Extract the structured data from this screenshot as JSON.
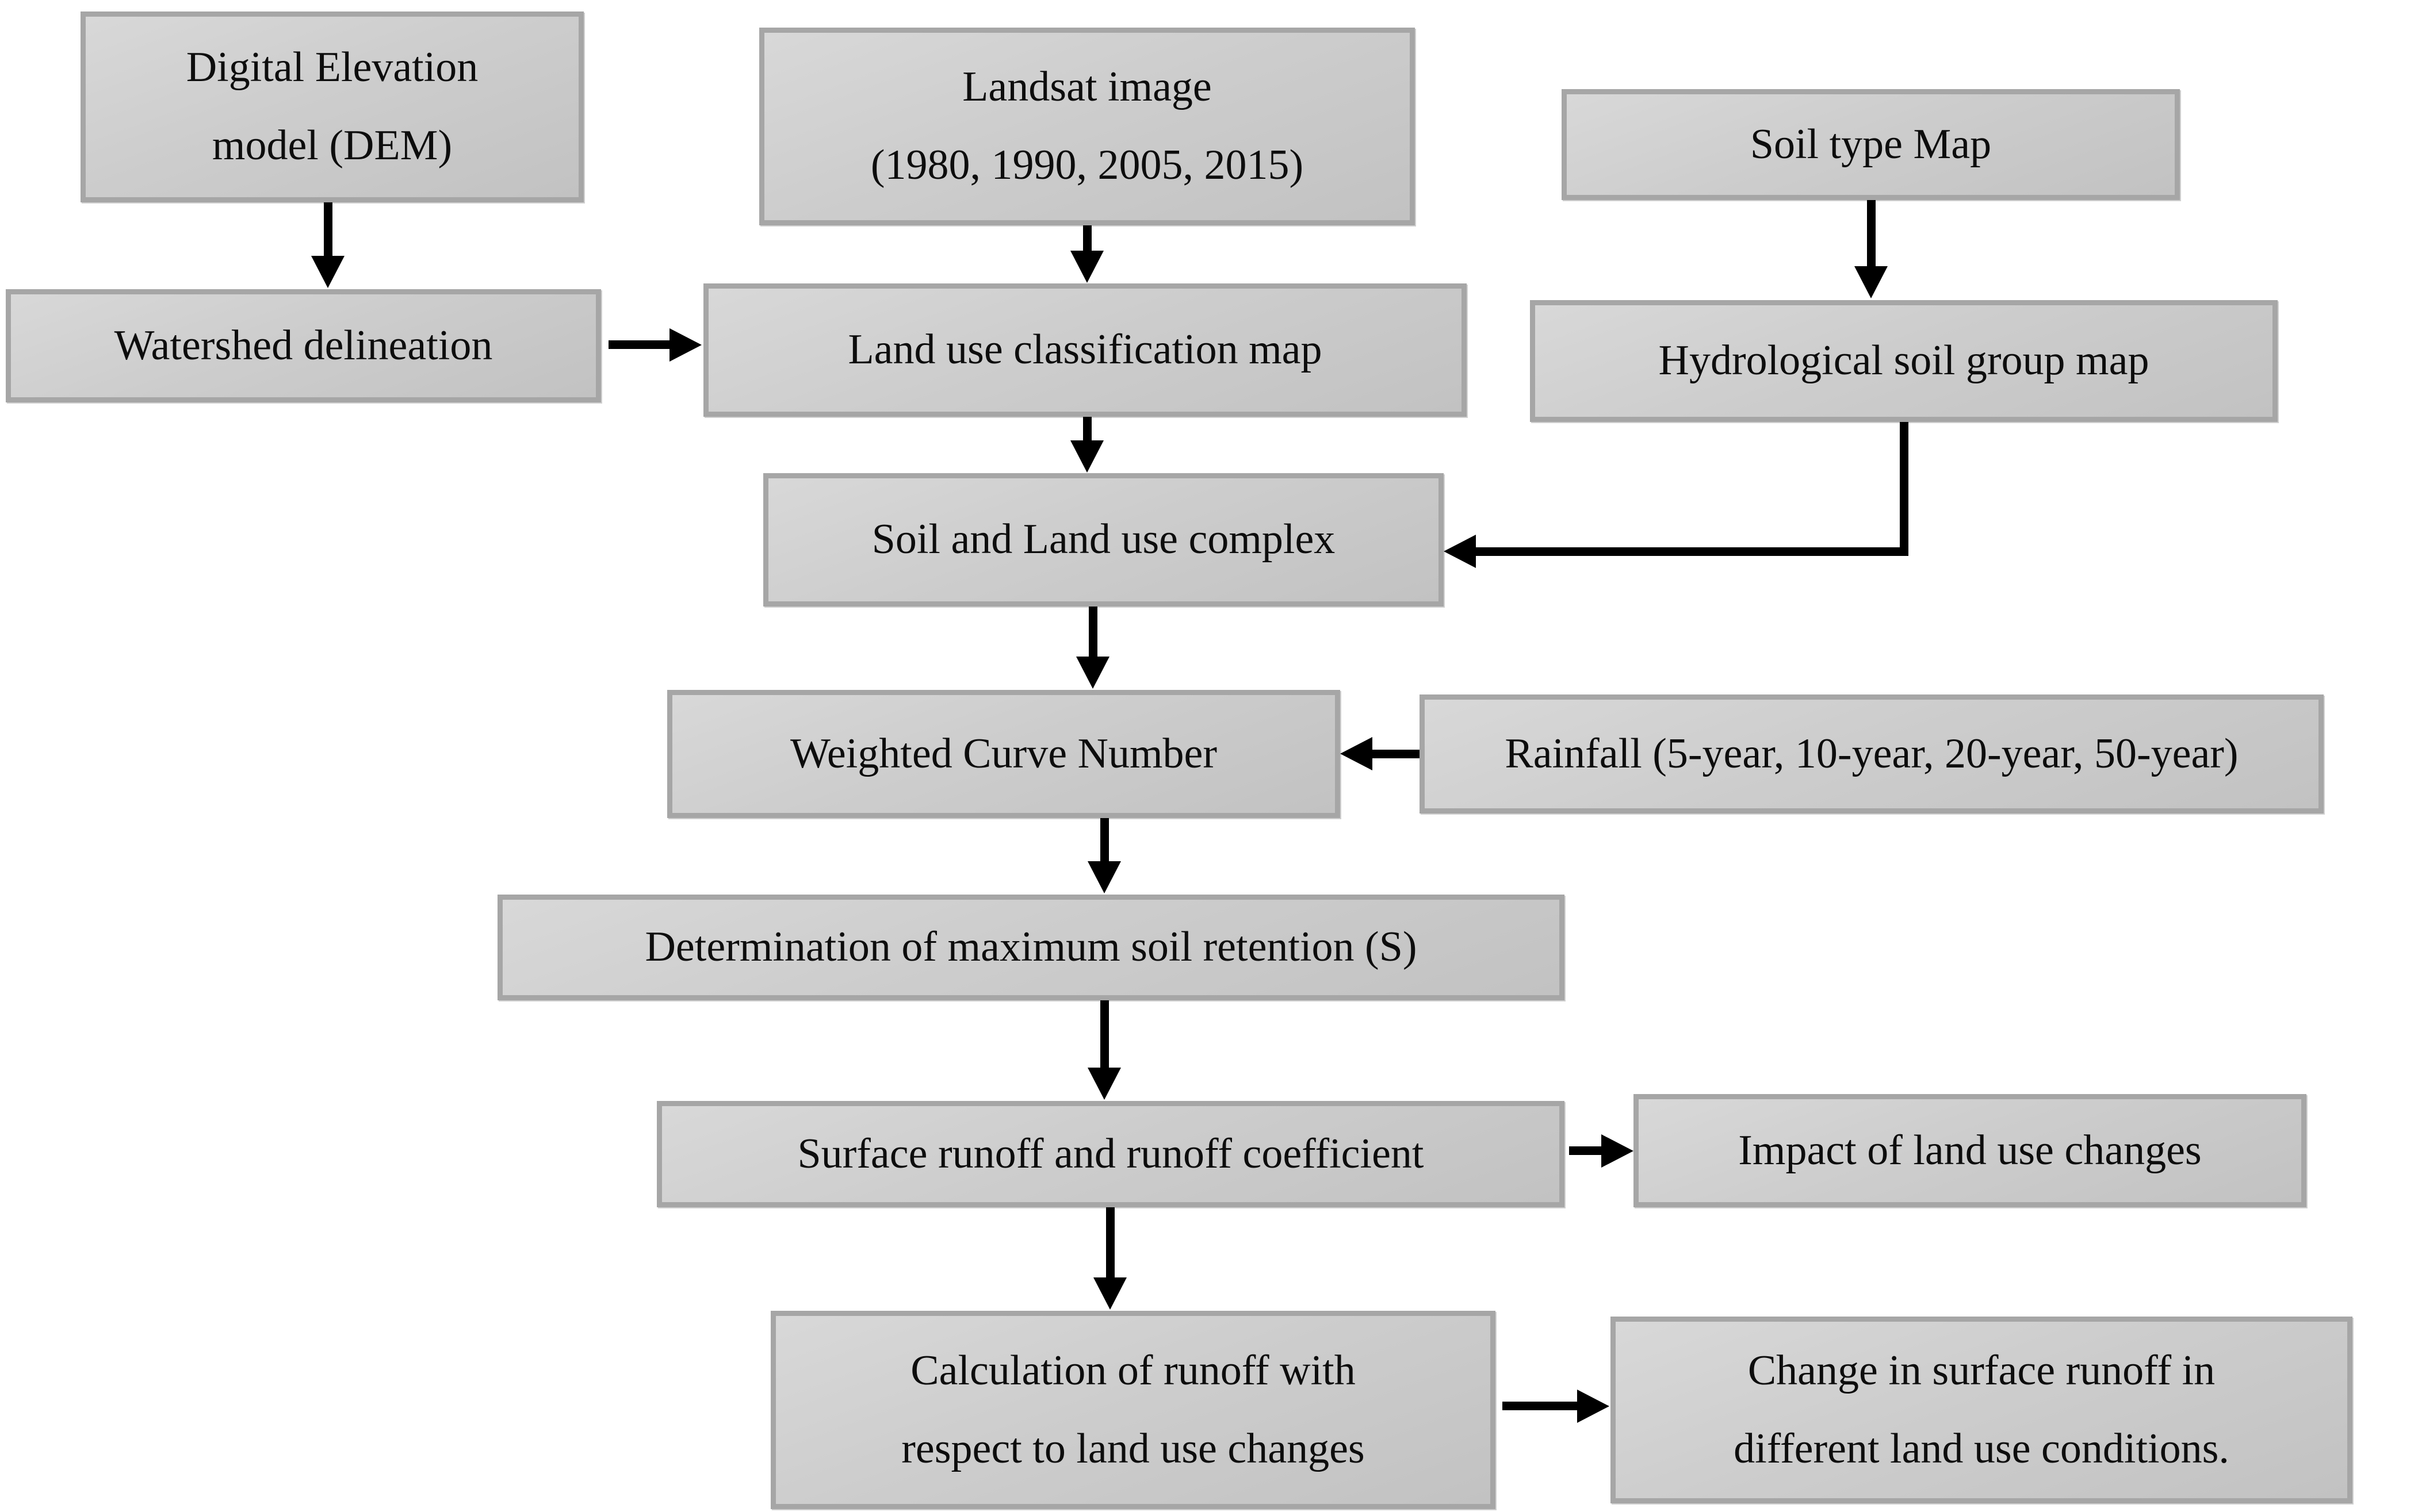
{
  "diagram": {
    "title": "CN runoff methodology flowchart",
    "nodes": {
      "dem": {
        "line1": "Digital Elevation",
        "line2": "model (DEM)"
      },
      "landsat": {
        "line1": "Landsat image",
        "line2": "(1980, 1990, 2005, 2015)"
      },
      "soil_type_map": {
        "label": "Soil type Map"
      },
      "watershed_delineation": {
        "label": "Watershed delineation"
      },
      "land_use_classification": {
        "label": "Land use classification map"
      },
      "hydrological_soil_group": {
        "label": "Hydrological soil group map"
      },
      "soil_land_use_complex": {
        "label": "Soil and Land use complex"
      },
      "weighted_curve_number": {
        "label": "Weighted Curve Number"
      },
      "rainfall": {
        "label": "Rainfall (5-year, 10-year, 20-year, 50-year)"
      },
      "max_soil_retention": {
        "label": "Determination of maximum soil retention (S)"
      },
      "surface_runoff": {
        "label": "Surface runoff and runoff coefficient"
      },
      "impact_land_use": {
        "label": "Impact of land use changes"
      },
      "calculation_runoff": {
        "line1": "Calculation of runoff with",
        "line2": "respect to land use changes"
      },
      "change_surface_runoff": {
        "line1": "Change in surface runoff in",
        "line2": "different land use conditions."
      }
    },
    "edges": [
      {
        "from": "dem",
        "to": "watershed_delineation"
      },
      {
        "from": "watershed_delineation",
        "to": "land_use_classification"
      },
      {
        "from": "landsat",
        "to": "land_use_classification"
      },
      {
        "from": "soil_type_map",
        "to": "hydrological_soil_group"
      },
      {
        "from": "land_use_classification",
        "to": "soil_land_use_complex"
      },
      {
        "from": "hydrological_soil_group",
        "to": "soil_land_use_complex"
      },
      {
        "from": "soil_land_use_complex",
        "to": "weighted_curve_number"
      },
      {
        "from": "rainfall",
        "to": "weighted_curve_number"
      },
      {
        "from": "weighted_curve_number",
        "to": "max_soil_retention"
      },
      {
        "from": "max_soil_retention",
        "to": "surface_runoff"
      },
      {
        "from": "surface_runoff",
        "to": "impact_land_use"
      },
      {
        "from": "surface_runoff",
        "to": "calculation_runoff"
      },
      {
        "from": "calculation_runoff",
        "to": "change_surface_runoff"
      }
    ],
    "colors": {
      "background": "#ffffff",
      "box_border": "#a6a6a6",
      "box_fill_top": "#d8d8d8",
      "box_fill_bottom": "#c2c2c2",
      "arrow": "#000000",
      "text": "#0d0d0d"
    }
  }
}
